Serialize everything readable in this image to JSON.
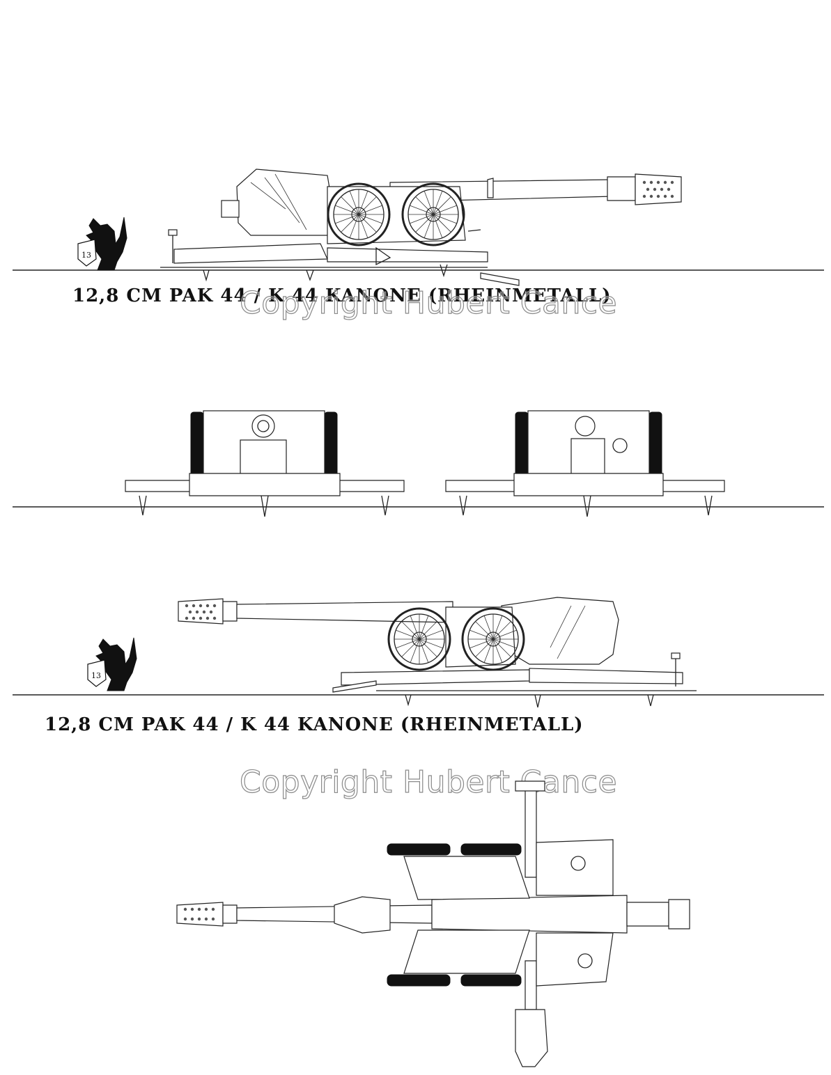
{
  "captions": {
    "top": "12,8 CM PAK 44 / K 44 KANONE (RHEINMETALL)",
    "bottom": "12,8 CM PAK 44 / K 44 KANONE (RHEINMETALL)"
  },
  "watermark": {
    "text": "Copyright Hubert Cance"
  },
  "logo": {
    "monogram": "13"
  },
  "colors": {
    "ink": "#111111",
    "paper": "#ffffff",
    "watermark_outline": "#8a8a8a"
  }
}
